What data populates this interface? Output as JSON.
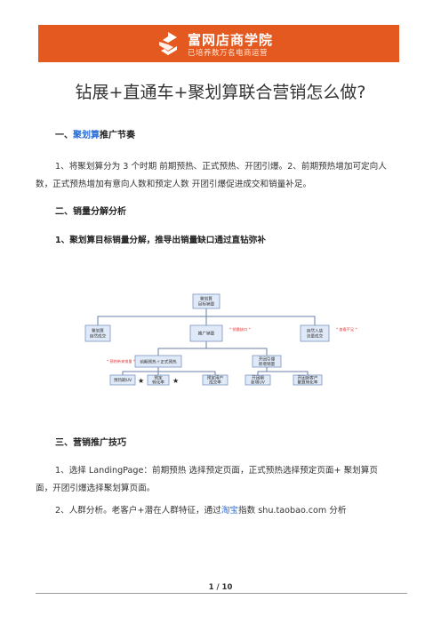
{
  "banner": {
    "brand_name": "富网店商学院",
    "slogan": "已培养数万名电商运营",
    "color": "#e4591f"
  },
  "doc_title": "钻展+直通车+聚划算联合营销怎么做?",
  "section1": {
    "prefix": "一、",
    "link": "聚划算",
    "suffix": "推广节奏",
    "body_line1": "1、将聚划算分为 3 个时期 前期预热、正式预热、开团引爆。2、前期预热增加可定向人",
    "body_line2": "数，正式预热增加有意向人数和预定人数 开团引爆促进成交和销量补足。"
  },
  "section2": {
    "heading": "二、销量分解分析",
    "subheading": "1、聚划算目标销量分解，推导出销量缺口通过直钻弥补"
  },
  "diagram": {
    "root": [
      "聚划算",
      "目标销量"
    ],
    "left_top": [
      "聚划算",
      "自然成交"
    ],
    "middle": "推广销量",
    "right_top": [
      "自然入店",
      "流量成交"
    ],
    "mid_left": "前期预热＋正式预热",
    "mid_right": [
      "开团引爆",
      "新增销量"
    ],
    "leaf1": "预热期UV",
    "leaf2": [
      "预定",
      "转化率"
    ],
    "leaf3": [
      "预定用户",
      "成交率"
    ],
    "leaf4": [
      "开团期",
      "新增UV"
    ],
    "leaf5": [
      "开团新客户",
      "聚算转化率"
    ],
    "note1": "* 销量缺口 *",
    "note2": "* 查看不足 *",
    "note3": "* 预热带来销量 *",
    "star": "★"
  },
  "section3": {
    "heading": "三、营销推广技巧",
    "p1_line1": "1、选择 LandingPage：前期预热 选择预定页面，正式预热选择预定页面+ 聚划算页",
    "p1_line2": "面，开团引爆选择聚划算页面。",
    "p2_prefix": "2、人群分析。老客户+潜在人群特征，通过",
    "p2_link": "淘宝",
    "p2_suffix": "指数 shu.taobao.com 分析"
  },
  "footer": {
    "page": "1 / 10"
  }
}
